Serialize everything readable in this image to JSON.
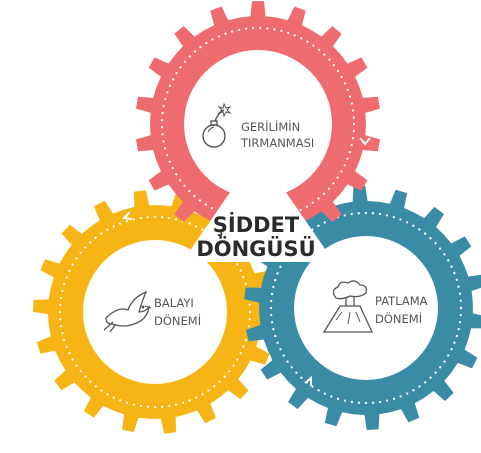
{
  "title": {
    "line1": "ŞİDDET",
    "line2": "DÖNGÜSÜ"
  },
  "gears": [
    {
      "id": "tension",
      "color": "#ee6b6e",
      "line1": "GERİLİMİN",
      "line2": "TIRMANMASI",
      "icon": "bomb-icon"
    },
    {
      "id": "explosion",
      "color": "#3a8ba6",
      "line1": "PATLAMA",
      "line2": "DÖNEMİ",
      "icon": "volcano-icon"
    },
    {
      "id": "honeymoon",
      "color": "#f7b515",
      "line1": "BALAYI",
      "line2": "DÖNEMİ",
      "icon": "dove-icon"
    }
  ]
}
